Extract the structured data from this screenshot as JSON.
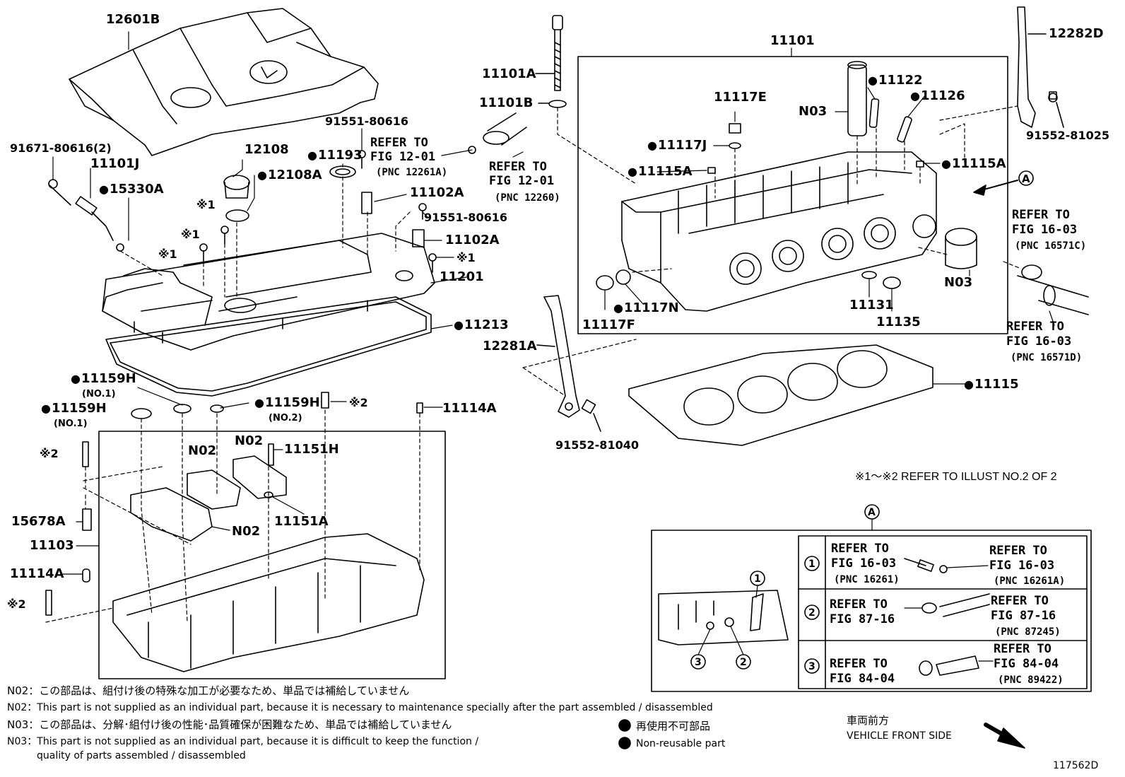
{
  "parts": {
    "p12601B": "12601B",
    "p91671": "91671-80616(2)",
    "p11101J": "11101J",
    "p15330A": "15330A",
    "p12108": "12108",
    "p12108A": "12108A",
    "p11193": "11193",
    "p91551a": "91551-80616",
    "p91551b": "91551-80616",
    "p11102Aa": "11102A",
    "p11102Ab": "11102A",
    "p11201": "11201",
    "p11213": "11213",
    "p11101A": "11101A",
    "p11101B": "11101B",
    "p11101": "11101",
    "p11117E": "11117E",
    "p11122": "11122",
    "p11126": "11126",
    "pN03a": "N03",
    "p11117J": "11117J",
    "p11115Aa": "11115A",
    "p11115Ab": "11115A",
    "p12282D": "12282D",
    "p91552_81025": "91552-81025",
    "pN03b": "N03",
    "p11117F": "11117F",
    "p11117N": "11117N",
    "p11131": "11131",
    "p11135": "11135",
    "p12281A": "12281A",
    "p91552_81040": "91552-81040",
    "p11115": "11115",
    "p11159Ha": "11159H",
    "p11159Hb": "11159H",
    "p11159Hc": "11159H",
    "no1a": "(NO.1)",
    "no1b": "(NO.1)",
    "no2": "(NO.2)",
    "p11114Aa": "11114A",
    "p11114Ab": "11114A",
    "pN02a": "N02",
    "pN02b": "N02",
    "pN02c": "N02",
    "p11151H": "11151H",
    "p11151A": "11151A",
    "p15678A": "15678A",
    "p11103": "11103",
    "k1a": "※1",
    "k1b": "※1",
    "k1c": "※1",
    "k1d": "※1",
    "k2a": "※2",
    "k2b": "※2",
    "k2c": "※2"
  },
  "refs": {
    "r1201a_l1": "REFER TO",
    "r1201a_l2": "FIG 12-01",
    "r1201a_pnc": "(PNC 12261A)",
    "r1201b_l1": "REFER TO",
    "r1201b_l2": "FIG 12-01",
    "r1201b_pnc": "(PNC 12260)",
    "r1603c_l1": "REFER TO",
    "r1603c_l2": "FIG 16-03",
    "r1603c_pnc": "(PNC 16571C)",
    "r1603d_l1": "REFER TO",
    "r1603d_l2": "FIG 16-03",
    "r1603d_pnc": "(PNC 16571D)"
  },
  "illust_note": "※1～※2  REFER TO ILLUST NO.2 OF 2",
  "detailA": {
    "marker": "A",
    "rows": [
      {
        "num": "1",
        "left_l1": "REFER TO",
        "left_l2": "FIG 16-03",
        "left_pnc": "(PNC 16261)",
        "right_l1": "REFER TO",
        "right_l2": "FIG 16-03",
        "right_pnc": "(PNC 16261A)"
      },
      {
        "num": "2",
        "left_l1": "REFER TO",
        "left_l2": "FIG 87-16",
        "left_pnc": "",
        "right_l1": "REFER TO",
        "right_l2": "FIG 87-16",
        "right_pnc": "(PNC 87245)"
      },
      {
        "num": "3",
        "left_l1": "REFER TO",
        "left_l2": "FIG 84-04",
        "left_pnc": "",
        "right_l1": "REFER TO",
        "right_l2": "FIG 84-04",
        "right_pnc": "(PNC 89422)"
      }
    ],
    "callouts": [
      "1",
      "2",
      "3"
    ]
  },
  "markerA_main": "A",
  "notes": {
    "n02_jp": "N02：この部品は、組付け後の特殊な加工が必要なため、単品では補給していません",
    "n02_en": "N02：This part is not supplied as an individual part, because it is necessary to maintenance specially after the part assembled / disassembled",
    "n03_jp": "N03：この部品は、分解･組付け後の性能･品質確保が困難なため、単品では補給していません",
    "n03_en1": "N03：This part is not supplied as an individual part, because it is difficult to keep the function /",
    "n03_en2": "quality of parts  assembled / disassembled"
  },
  "legend": {
    "jp": "再使用不可部品",
    "en": "Non-reusable part"
  },
  "front": {
    "jp": "車両前方",
    "en": "VEHICLE FRONT SIDE"
  },
  "diagram_id": "117562D"
}
